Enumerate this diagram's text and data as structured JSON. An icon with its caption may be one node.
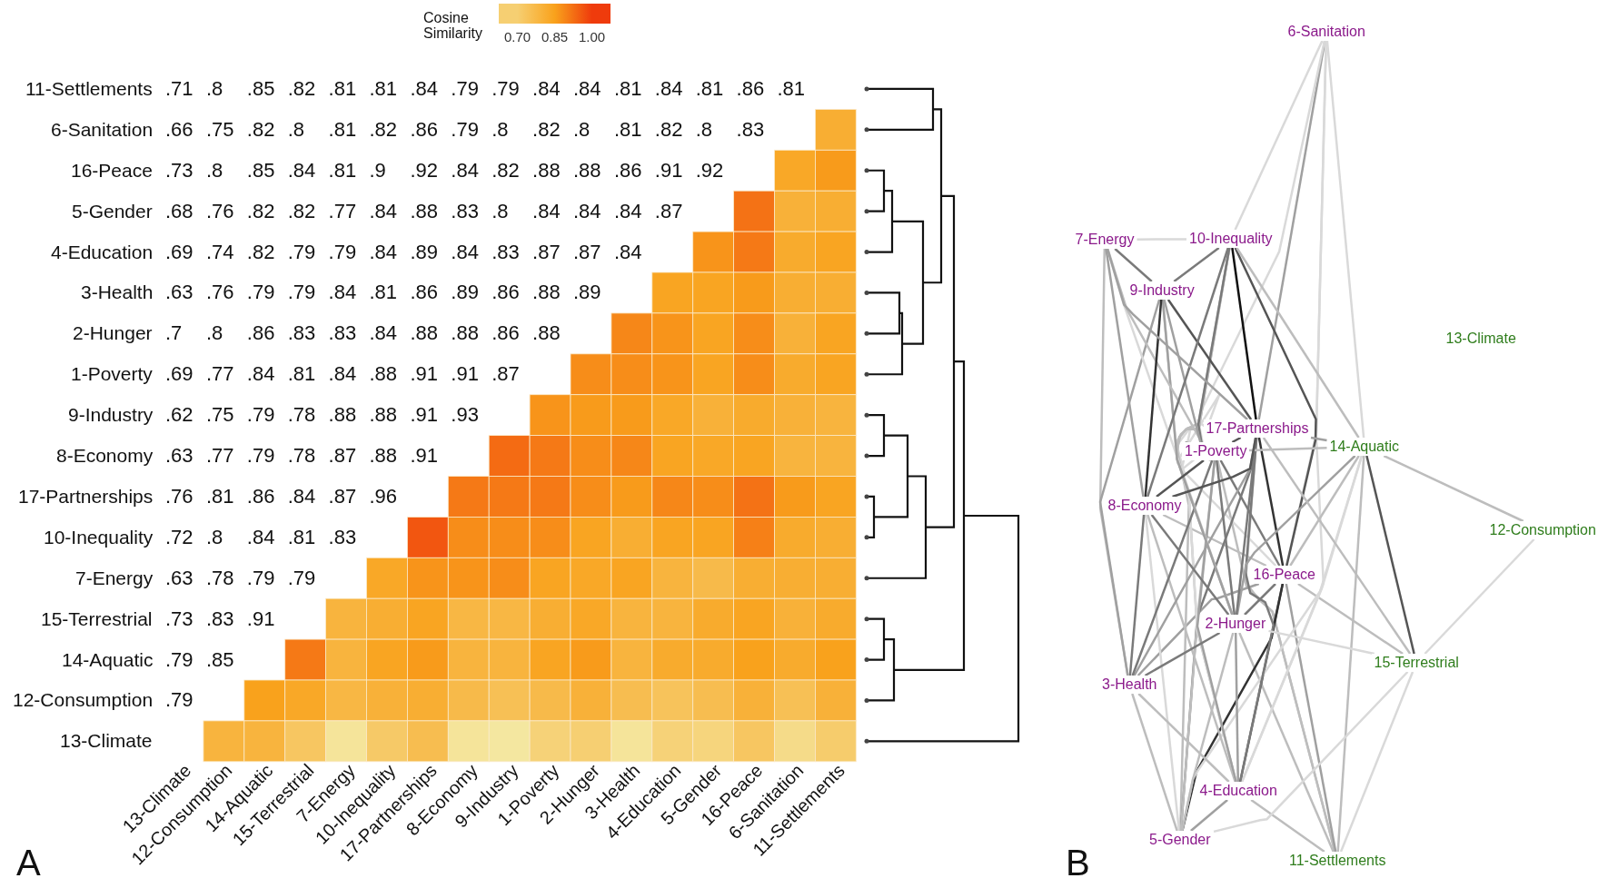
{
  "diagram": {
    "nodes": [
      {
        "text": [
          "6-Sanitation"
        ]
      },
      {
        "text": [
          "7-Energy"
        ]
      },
      {
        "text": [
          "10-Inequality"
        ]
      },
      {
        "text": [
          "9-Industry"
        ]
      },
      {
        "text": [
          "13-Climate"
        ]
      },
      {
        "text": [
          "17-Partnerships"
        ]
      },
      {
        "text": [
          "1-Poverty"
        ]
      },
      {
        "text": [
          "14-Aquatic"
        ]
      },
      {
        "text": [
          "8-Economy"
        ]
      },
      {
        "text": [
          "12-Consumption"
        ]
      },
      {
        "text": [
          "16-Peace"
        ]
      },
      {
        "text": [
          "2-Hunger"
        ]
      },
      {
        "text": [
          "15-Terrestrial"
        ]
      },
      {
        "text": [
          "3-Health"
        ]
      },
      {
        "text": [
          "4-Education"
        ]
      },
      {
        "text": [
          "5-Gender"
        ]
      },
      {
        "text": [
          "11-Settlements"
        ]
      }
    ],
    "edges": [
      {
        "from": 16,
        "to": 7,
        "arrow": "none",
        "color": "#bdbdbd"
      },
      {
        "from": 16,
        "to": 12,
        "arrow": "none",
        "color": "#d9d9d9"
      },
      {
        "from": 16,
        "to": 5,
        "arrow": "none",
        "color": "#bdbdbd"
      },
      {
        "from": 16,
        "to": 6,
        "arrow": "none",
        "color": "#bdbdbd"
      },
      {
        "from": 16,
        "to": 11,
        "arrow": "none",
        "color": "#bdbdbd"
      },
      {
        "from": 16,
        "to": 14,
        "arrow": "none",
        "color": "#bdbdbd"
      },
      {
        "from": 16,
        "to": 10,
        "arrow": "none",
        "color": "#a0a0a0"
      },
      {
        "from": 0,
        "to": 7,
        "arrow": "none",
        "color": "#d9d9d9"
      },
      {
        "from": 0,
        "to": 2,
        "arrow": "none",
        "color": "#d9d9d9"
      },
      {
        "from": 0,
        "to": 5,
        "arrow": "none",
        "color": "#a0a0a0"
      },
      {
        "from": 0,
        "to": 6,
        "arrow": "none",
        "color": "#d9d9d9"
      },
      {
        "from": 0,
        "to": 14,
        "arrow": "none",
        "color": "#d9d9d9"
      },
      {
        "from": 0,
        "to": 10,
        "arrow": "none",
        "color": "#d9d9d9"
      },
      {
        "from": 10,
        "to": 7,
        "arrow": "none",
        "color": "#bdbdbd"
      },
      {
        "from": 10,
        "to": 12,
        "arrow": "none",
        "color": "#bdbdbd"
      },
      {
        "from": 10,
        "to": 2,
        "arrow": "none",
        "color": "#555555"
      },
      {
        "from": 10,
        "to": 5,
        "arrow": "none",
        "color": "#333333"
      },
      {
        "from": 10,
        "to": 8,
        "arrow": "none",
        "color": "#bdbdbd"
      },
      {
        "from": 10,
        "to": 3,
        "arrow": "none",
        "color": "#d9d9d9"
      },
      {
        "from": 10,
        "to": 6,
        "arrow": "none",
        "color": "#7a7a7a"
      },
      {
        "from": 10,
        "to": 11,
        "arrow": "none",
        "color": "#7a7a7a"
      },
      {
        "from": 10,
        "to": 13,
        "arrow": "none",
        "color": "#a0a0a0"
      },
      {
        "from": 10,
        "to": 14,
        "arrow": "none",
        "color": "#555555"
      },
      {
        "from": 10,
        "to": 15,
        "arrow": "none",
        "color": "#333333"
      },
      {
        "from": 15,
        "to": 7,
        "arrow": "none",
        "color": "#d9d9d9"
      },
      {
        "from": 15,
        "to": 12,
        "arrow": "none",
        "color": "#d9d9d9"
      },
      {
        "from": 15,
        "to": 2,
        "arrow": "none",
        "color": "#bdbdbd"
      },
      {
        "from": 15,
        "to": 5,
        "arrow": "none",
        "color": "#7a7a7a"
      },
      {
        "from": 15,
        "to": 8,
        "arrow": "none",
        "color": "#d9d9d9"
      },
      {
        "from": 15,
        "to": 6,
        "arrow": "none",
        "color": "#bdbdbd"
      },
      {
        "from": 15,
        "to": 11,
        "arrow": "none",
        "color": "#bdbdbd"
      },
      {
        "from": 15,
        "to": 13,
        "arrow": "none",
        "color": "#bdbdbd"
      },
      {
        "from": 15,
        "to": 14,
        "arrow": "none",
        "color": "#a0a0a0"
      },
      {
        "from": 14,
        "to": 7,
        "arrow": "none",
        "color": "#d9d9d9"
      },
      {
        "from": 14,
        "to": 2,
        "arrow": "none",
        "color": "#bdbdbd"
      },
      {
        "from": 14,
        "to": 5,
        "arrow": "none",
        "color": "#7a7a7a"
      },
      {
        "from": 14,
        "to": 8,
        "arrow": "none",
        "color": "#bdbdbd"
      },
      {
        "from": 14,
        "to": 3,
        "arrow": "none",
        "color": "#d9d9d9"
      },
      {
        "from": 14,
        "to": 6,
        "arrow": "none",
        "color": "#a0a0a0"
      },
      {
        "from": 14,
        "to": 11,
        "arrow": "none",
        "color": "#a0a0a0"
      },
      {
        "from": 14,
        "to": 13,
        "arrow": "none",
        "color": "#bdbdbd"
      },
      {
        "from": 13,
        "to": 1,
        "arrow": "none",
        "color": "#bdbdbd"
      },
      {
        "from": 13,
        "to": 5,
        "arrow": "none",
        "color": "#a0a0a0"
      },
      {
        "from": 13,
        "to": 8,
        "arrow": "none",
        "color": "#7a7a7a"
      },
      {
        "from": 13,
        "to": 3,
        "arrow": "none",
        "color": "#a0a0a0"
      },
      {
        "from": 13,
        "to": 6,
        "arrow": "none",
        "color": "#7a7a7a"
      },
      {
        "from": 13,
        "to": 11,
        "arrow": "none",
        "color": "#7a7a7a"
      },
      {
        "from": 11,
        "to": 7,
        "arrow": "none",
        "color": "#a0a0a0"
      },
      {
        "from": 11,
        "to": 12,
        "arrow": "none",
        "color": "#d9d9d9"
      },
      {
        "from": 11,
        "to": 1,
        "arrow": "none",
        "color": "#d9d9d9"
      },
      {
        "from": 11,
        "to": 2,
        "arrow": "none",
        "color": "#bdbdbd"
      },
      {
        "from": 11,
        "to": 5,
        "arrow": "none",
        "color": "#7a7a7a"
      },
      {
        "from": 11,
        "to": 8,
        "arrow": "none",
        "color": "#7a7a7a"
      },
      {
        "from": 11,
        "to": 3,
        "arrow": "none",
        "color": "#a0a0a0"
      },
      {
        "from": 11,
        "to": 6,
        "arrow": "none",
        "color": "#7a7a7a"
      },
      {
        "from": 6,
        "to": 7,
        "arrow": "none",
        "color": "#bdbdbd"
      },
      {
        "from": 6,
        "to": 1,
        "arrow": "none",
        "color": "#bdbdbd"
      },
      {
        "from": 6,
        "to": 2,
        "arrow": "none",
        "color": "#7a7a7a"
      },
      {
        "from": 6,
        "to": 5,
        "arrow": "none",
        "color": "#555555"
      },
      {
        "from": 6,
        "to": 8,
        "arrow": "none",
        "color": "#555555"
      },
      {
        "from": 6,
        "to": 3,
        "arrow": "none",
        "color": "#a0a0a0"
      },
      {
        "from": 3,
        "to": 1,
        "arrow": "none",
        "color": "#7a7a7a"
      },
      {
        "from": 3,
        "to": 2,
        "arrow": "none",
        "color": "#7a7a7a"
      },
      {
        "from": 3,
        "to": 5,
        "arrow": "none",
        "color": "#555555"
      },
      {
        "from": 3,
        "to": 8,
        "arrow": "none",
        "color": "#333333"
      },
      {
        "from": 8,
        "to": 1,
        "arrow": "none",
        "color": "#a0a0a0"
      },
      {
        "from": 8,
        "to": 2,
        "arrow": "none",
        "color": "#7a7a7a"
      },
      {
        "from": 8,
        "to": 5,
        "arrow": "none",
        "color": "#555555"
      },
      {
        "from": 5,
        "to": 7,
        "arrow": "none",
        "color": "#a0a0a0"
      },
      {
        "from": 5,
        "to": 12,
        "arrow": "none",
        "color": "#bdbdbd"
      },
      {
        "from": 5,
        "to": 1,
        "arrow": "none",
        "color": "#a0a0a0"
      },
      {
        "from": 5,
        "to": 2,
        "arrow": "none",
        "color": "#111111"
      },
      {
        "from": 2,
        "to": 7,
        "arrow": "none",
        "color": "#bdbdbd"
      },
      {
        "from": 2,
        "to": 1,
        "arrow": "none",
        "color": "#d9d9d9"
      },
      {
        "from": 12,
        "to": 9,
        "arrow": "none",
        "color": "#d9d9d9"
      },
      {
        "from": 12,
        "to": 7,
        "arrow": "none",
        "color": "#555555"
      },
      {
        "from": 7,
        "to": 9,
        "arrow": "none",
        "color": "#bdbdbd"
      }
    ],
    "labels": [
      "Cosine Similarity",
      "11-Settlements",
      ".71",
      ".8",
      ".85",
      ".82",
      ".81",
      ".81",
      ".84",
      ".79",
      ".79",
      ".84",
      ".84",
      ".81",
      ".84",
      ".81",
      ".86",
      ".81",
      "6-Sanitation",
      ".66",
      ".75",
      ".82",
      ".8",
      ".81",
      ".82",
      ".86",
      ".79",
      ".8",
      ".82",
      ".8",
      ".81",
      ".82",
      ".8",
      ".83",
      "16-Peace",
      ".73",
      ".8",
      ".85",
      ".84",
      ".81",
      ".9",
      ".92",
      ".84",
      ".82",
      ".88",
      ".88",
      ".86",
      ".91",
      ".92",
      "5-Gender",
      ".68",
      ".76",
      ".82",
      ".82",
      ".77",
      ".84",
      ".88",
      ".83",
      ".8",
      ".84",
      ".84",
      ".84",
      ".87",
      "4-Education",
      ".69",
      ".74",
      ".82",
      ".79",
      ".79",
      ".84",
      ".89",
      ".84",
      ".83",
      ".87",
      ".87",
      ".84",
      "3-Health",
      ".63",
      ".76",
      ".79",
      ".79",
      ".84",
      ".81",
      ".86",
      ".89",
      ".86",
      ".88",
      ".89",
      "2-Hunger",
      ".7",
      ".8",
      ".86",
      ".83",
      ".83",
      ".84",
      ".88",
      ".88",
      ".86",
      ".88",
      "1-Poverty",
      ".69",
      ".77",
      ".84",
      ".81",
      ".84",
      ".88",
      ".91",
      ".91",
      ".87",
      "9-Industry",
      ".62",
      ".75",
      ".79",
      ".78",
      ".88",
      ".88",
      ".91",
      ".93",
      "8-Economy",
      ".63",
      ".77",
      ".79",
      ".78",
      ".87",
      ".88",
      ".91",
      "17-Partnerships",
      ".76",
      ".81",
      ".86",
      ".84",
      ".87",
      ".96",
      "10-Inequality",
      ".72",
      ".8",
      ".84",
      ".81",
      ".83",
      "7-Energy",
      ".63",
      ".78",
      ".79",
      ".79",
      "15-Terrestrial",
      ".73",
      ".83",
      ".91",
      "14-Aquatic",
      ".79",
      ".85",
      "12-Consumption",
      ".79",
      "13-Climate",
      "13-Climate",
      "12-Consumption",
      "14-Aquatic",
      "15-Terrestrial",
      "7-Energy",
      "10-Inequality",
      "17-Partnerships",
      "8-Economy",
      "9-Industry",
      "1-Poverty",
      "2-Hunger",
      "3-Health",
      "4-Education",
      "5-Gender",
      "16-Peace",
      "6-Sanitation",
      "11-Settlements",
      "A",
      "B"
    ],
    "legend": [
      {
        "text": "0.70",
        "color": "#f6cf72"
      },
      {
        "text": "0.85",
        "color": "#f9a21c"
      },
      {
        "text": "1.00",
        "color": "#ef3b0c"
      }
    ]
  }
}
